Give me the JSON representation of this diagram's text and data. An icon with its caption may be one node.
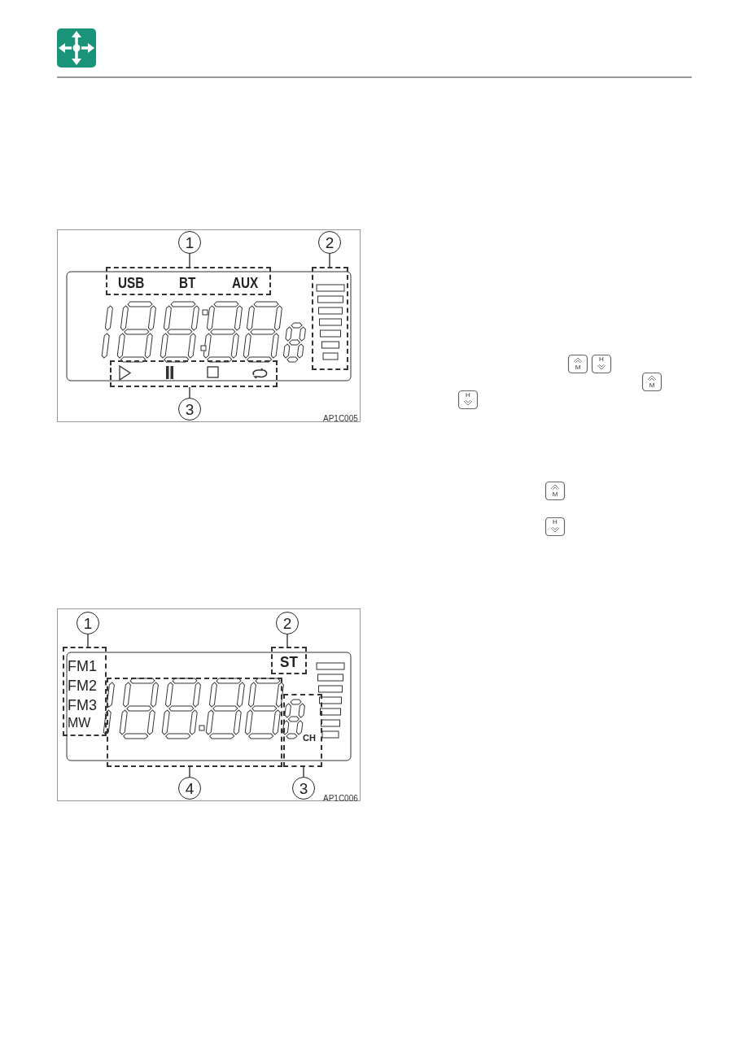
{
  "diagram": {
    "nodes": [
      {
        "text": [
          "1"
        ]
      },
      {
        "text": [
          "2"
        ]
      },
      {
        "text": [
          "USB",
          "BT",
          "AUX"
        ]
      },
      {
        "text": [],
        "shape": "box"
      },
      {
        "text": [],
        "shape": "box"
      },
      {
        "text": [
          "3"
        ]
      },
      {
        "text": [
          "1"
        ]
      },
      {
        "text": [
          "2"
        ]
      },
      {
        "text": [
          "FM1",
          "FM2",
          "FM3",
          "MW"
        ]
      },
      {
        "text": [
          "ST"
        ]
      },
      {
        "text": [],
        "shape": "box"
      },
      {
        "text": [
          "CH"
        ]
      },
      {
        "text": [
          "4"
        ]
      },
      {
        "text": [
          "3"
        ]
      }
    ],
    "edges": [
      {
        "from": 0,
        "to": 2,
        "arrow": "none"
      },
      {
        "from": 1,
        "to": 3,
        "arrow": "none"
      },
      {
        "from": 5,
        "to": 4,
        "arrow": "none"
      },
      {
        "from": 6,
        "to": 8,
        "arrow": "none"
      },
      {
        "from": 7,
        "to": 9,
        "arrow": "none"
      },
      {
        "from": 12,
        "to": 10,
        "arrow": "none"
      },
      {
        "from": 13,
        "to": 11,
        "arrow": "none"
      }
    ],
    "labels": [
      "M",
      "H",
      "M",
      "H",
      "AP1C005",
      "M",
      "H",
      "AP1C006"
    ]
  }
}
